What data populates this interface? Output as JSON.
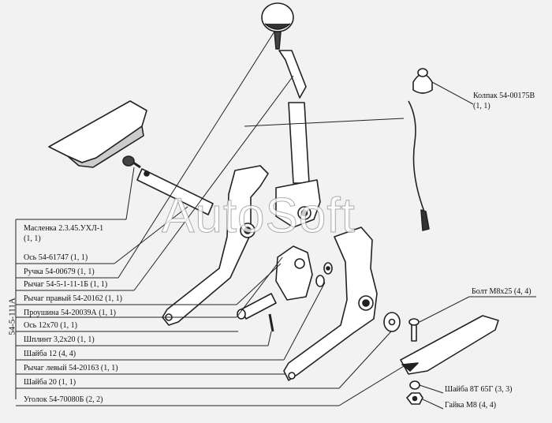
{
  "watermark": "AutoSoft",
  "group_code": "54-5-111А",
  "colors": {
    "ink": "#222222",
    "background": "#f2f2f2"
  },
  "parts": [
    {
      "name": "Масленка 2.3.45.УХЛ-1",
      "qty": "(1, 1)"
    },
    {
      "name": "Ось 54-61747",
      "qty": "(1, 1)"
    },
    {
      "name": "Ручка 54-00679",
      "qty": "(1, 1)"
    },
    {
      "name": "Рычаг 54-5-1-11-1Б",
      "qty": "(1, 1)"
    },
    {
      "name": "Рычаг правый 54-20162",
      "qty": "(1, 1)"
    },
    {
      "name": "Проушина 54-20039А",
      "qty": "(1, 1)"
    },
    {
      "name": "Ось 12х70",
      "qty": "(1, 1)"
    },
    {
      "name": "Шплинт 3,2х20",
      "qty": "(1, 1)"
    },
    {
      "name": "Шайба 12",
      "qty": "(4, 4)"
    },
    {
      "name": "Рычаг левый 54-20163",
      "qty": "(1, 1)"
    },
    {
      "name": "Шайба 20",
      "qty": "(1, 1)"
    },
    {
      "name": "Уголок 54-70080Б",
      "qty": "(2, 2)"
    },
    {
      "name": "Колпак 54-00175В",
      "qty": "(1, 1)"
    },
    {
      "name": "Болт М8х25",
      "qty": "(4, 4)"
    },
    {
      "name": "Шайба 8Т 65Г",
      "qty": "(3, 3)"
    },
    {
      "name": "Гайка М8",
      "qty": "(4, 4)"
    }
  ]
}
